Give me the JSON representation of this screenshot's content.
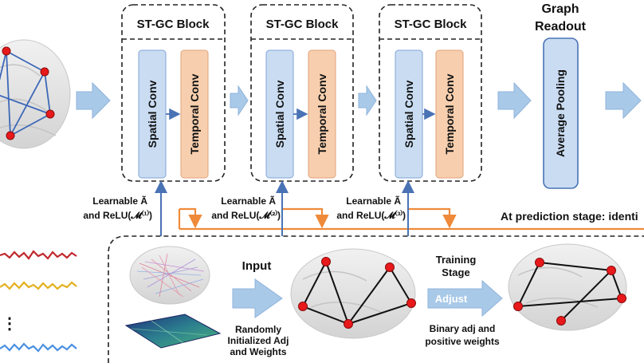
{
  "blocks": [
    {
      "title": "ST-GC Block",
      "spatial": "Spatial Conv",
      "temporal": "Temporal Conv",
      "learnable_line1": "Learnable Ã",
      "learnable_line2": "and ReLU(𝓜⁽¹⁾)"
    },
    {
      "title": "ST-GC Block",
      "spatial": "Spatial Conv",
      "temporal": "Temporal Conv",
      "learnable_line1": "Learnable Ã",
      "learnable_line2": "and ReLU(𝓜⁽²⁾)"
    },
    {
      "title": "ST-GC Block",
      "spatial": "Spatial Conv",
      "temporal": "Temporal Conv",
      "learnable_line1": "Learnable Ã",
      "learnable_line2": "and ReLU(𝓜⁽³⁾)"
    }
  ],
  "readout": {
    "title_line1": "Graph",
    "title_line2": "Readout",
    "pooling": "Average Pooling"
  },
  "prediction_note": "At prediction stage: identi",
  "lower": {
    "input_label": "Input",
    "random_line1": "Randomly",
    "random_line2": "Initialized Adj",
    "random_line3": "and Weights",
    "training_line1": "Training",
    "training_line2": "Stage",
    "adjust_label": "Adjust",
    "binary_line1": "Binary adj and",
    "binary_line2": "positive weights"
  },
  "signals": {
    "ellipsis": "⋮"
  },
  "colors": {
    "spatial_fill": "#c9dcf2",
    "spatial_stroke": "#7fa6d6",
    "temporal_fill": "#f7cfae",
    "temporal_stroke": "#e2a278",
    "arrow_fill": "#a9c9e8",
    "orange_line": "#ee8a3a",
    "blue_line": "#4a73b5",
    "node_red": "#e8191b"
  }
}
